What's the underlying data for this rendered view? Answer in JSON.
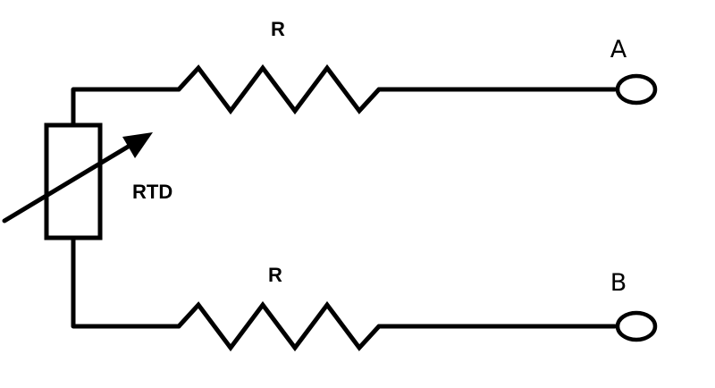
{
  "labels": {
    "resistor_top": "R",
    "resistor_bottom": "R",
    "rtd": "RTD",
    "terminal_a": "A",
    "terminal_b": "B"
  },
  "colors": {
    "line": "#000000",
    "background": "#ffffff"
  }
}
